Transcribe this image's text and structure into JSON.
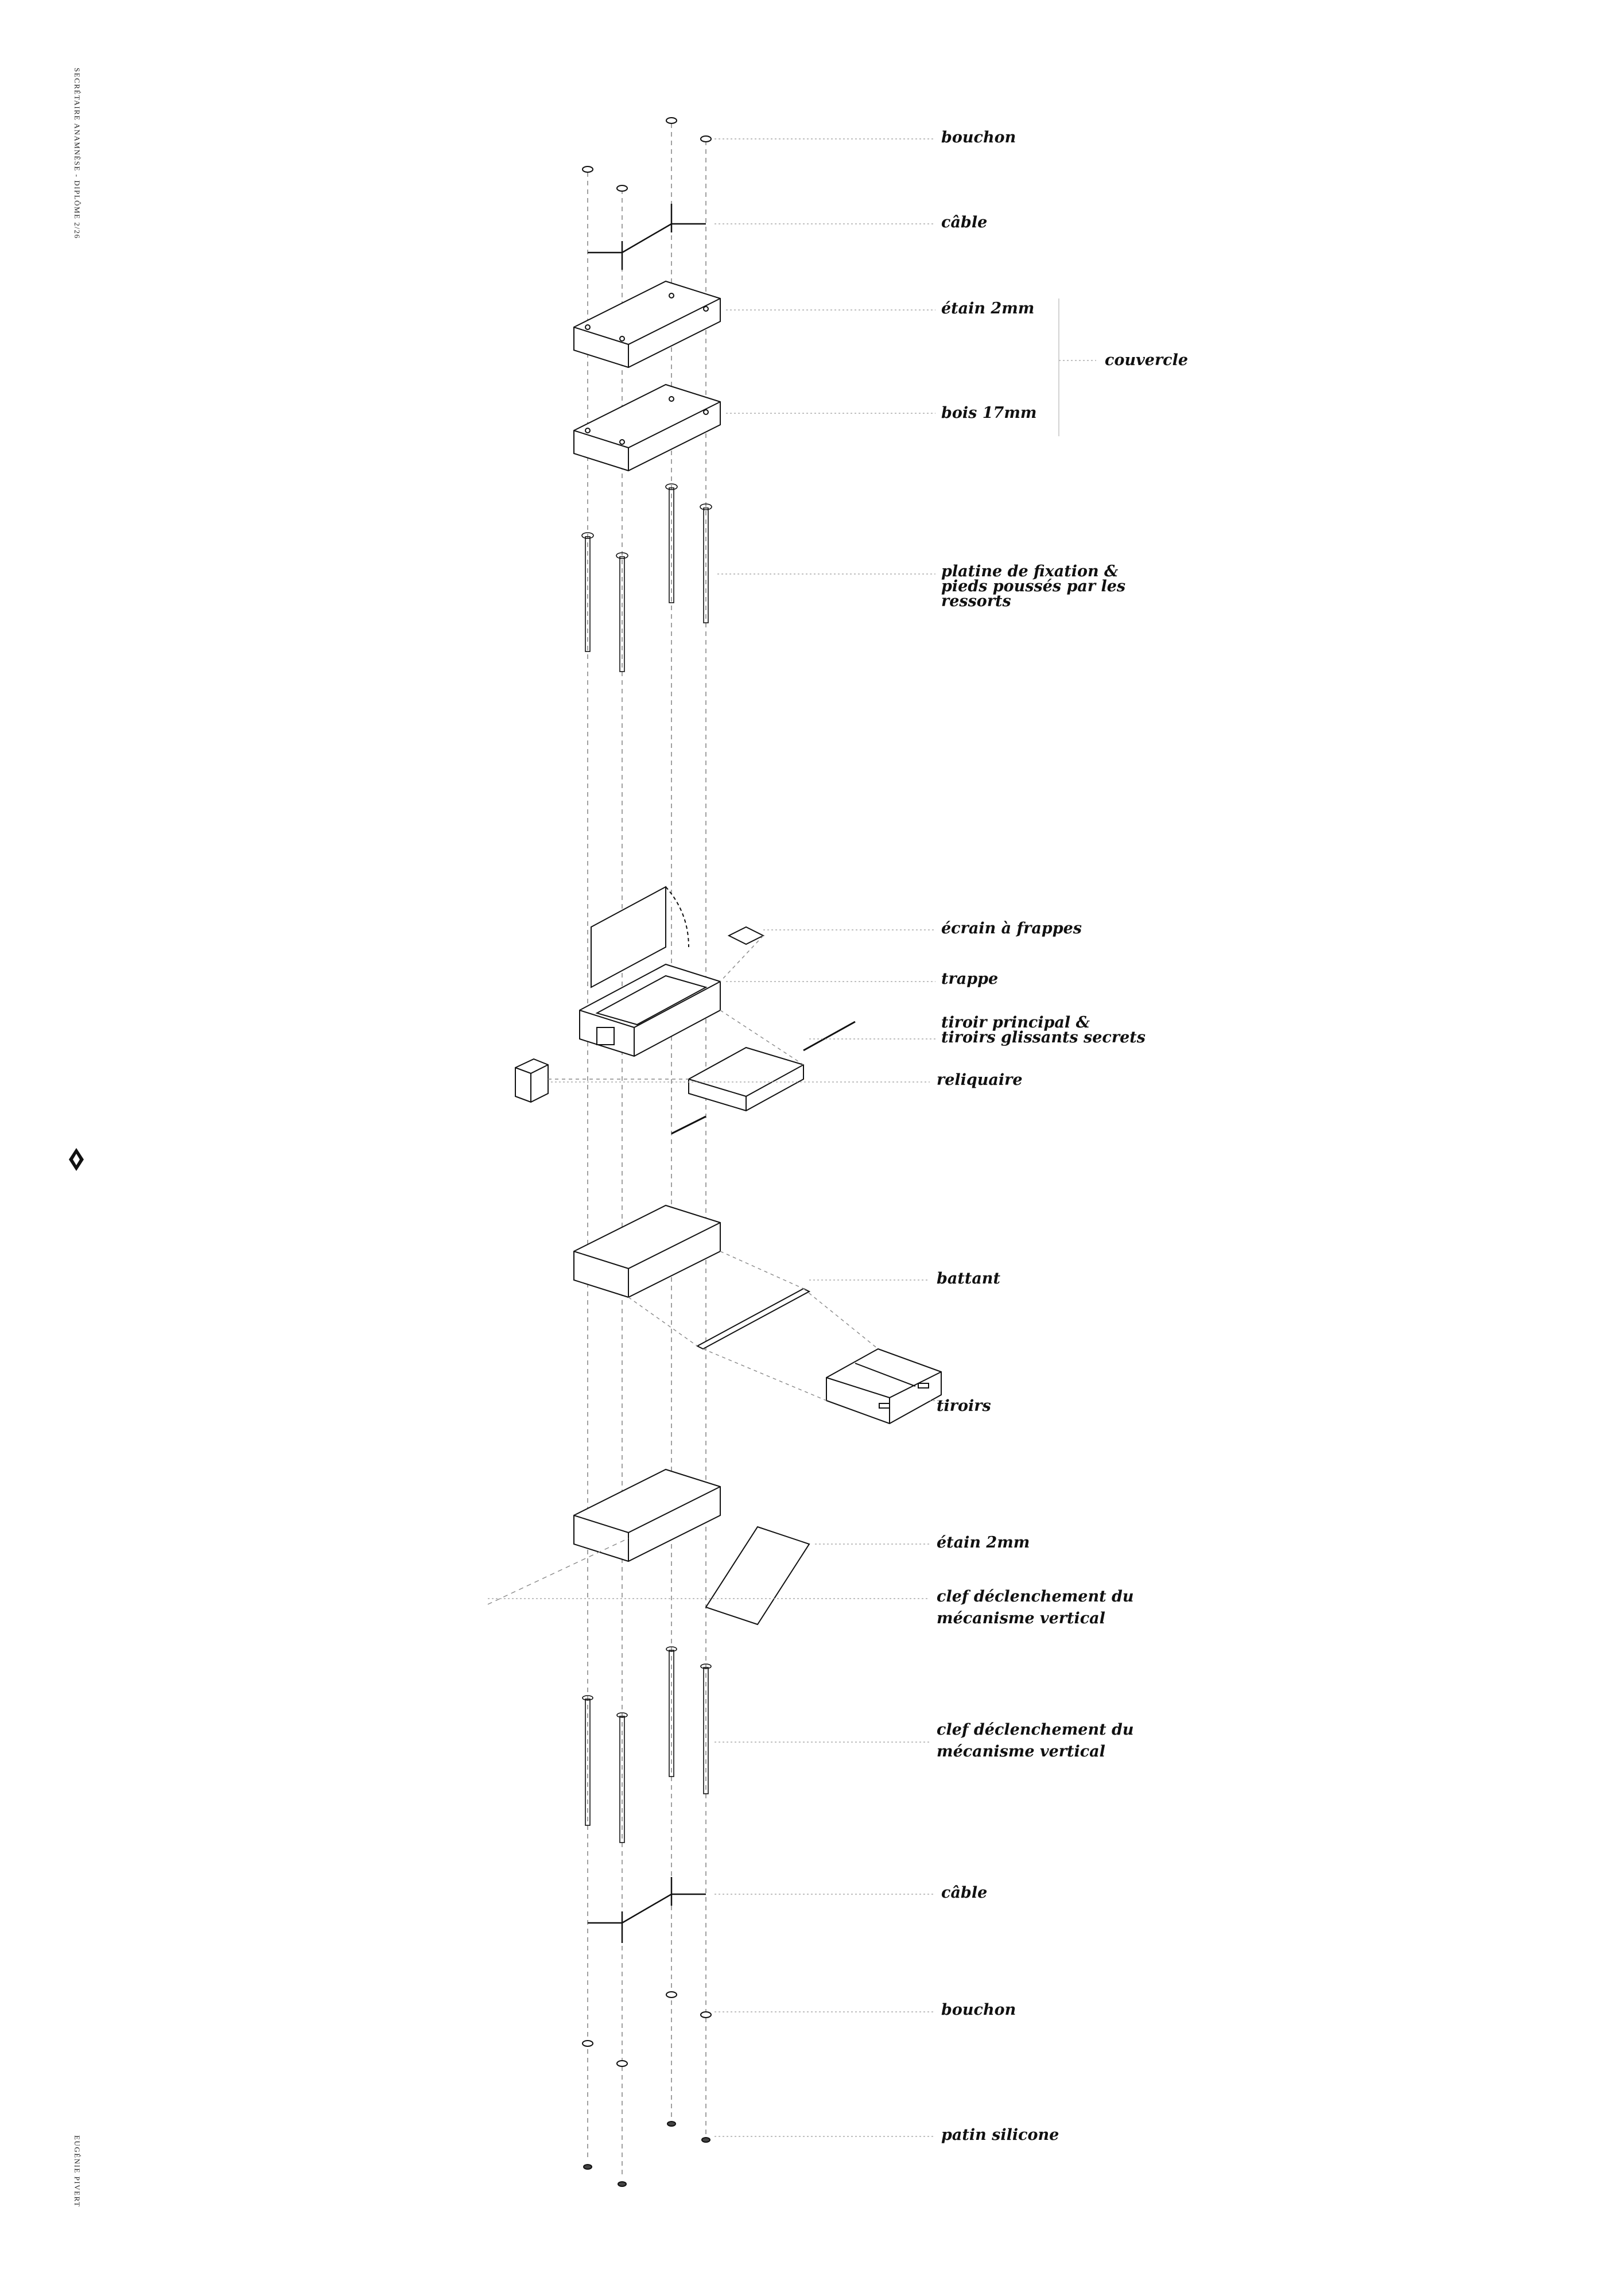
{
  "margin": {
    "top_left": "SECRÉTAIRE ANAMNÈSE - DIPLÔME 2/26",
    "bottom_left": "EUGÉNIE PIVERT"
  },
  "labels": {
    "bouchon_top": "bouchon",
    "cable_top": "câble",
    "etain_top": "étain 2mm",
    "couvercle": "couvercle",
    "bois": "bois 17mm",
    "platine_1": "platine de fixation &",
    "platine_2": "pieds poussés par les",
    "platine_3": "ressorts",
    "ecrain": "écrain à frappes",
    "trappe": "trappe",
    "tiroir_1": "tiroir principal &",
    "tiroir_2": "tiroirs glissants secrets",
    "reliquaire": "reliquaire",
    "battant": "battant",
    "tiroirs": "tiroirs",
    "etain_bottom": "étain 2mm",
    "clef_a_1": "clef déclenchement du",
    "clef_a_2": "mécanisme vertical",
    "clef_b_1": "clef déclenchement du",
    "clef_b_2": "mécanisme vertical",
    "cable_bottom": "câble",
    "bouchon_bottom": "bouchon",
    "patin": "patin silicone"
  },
  "colors": {
    "ink": "#111111",
    "leader": "#9a9a9a",
    "paper": "#ffffff"
  }
}
